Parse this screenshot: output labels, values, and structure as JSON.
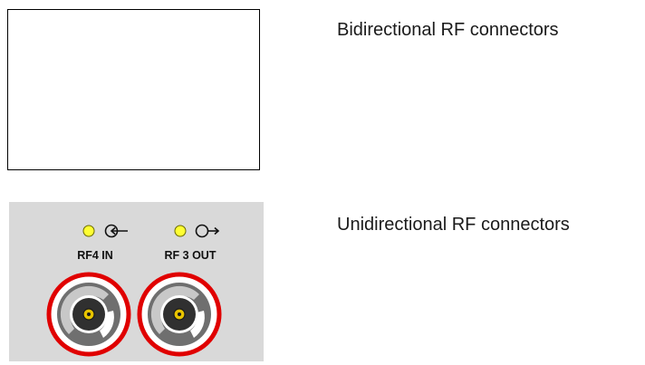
{
  "captions": {
    "bidirectional": "Bidirectional RF connectors",
    "unidirectional": "Unidirectional RF connectors"
  },
  "ports": [
    {
      "label": "RF4 IN",
      "direction": "in",
      "led": "led-indicator",
      "arrow": "input-arrow-icon"
    },
    {
      "label": "RF 3 OUT",
      "direction": "out",
      "led": "led-indicator",
      "arrow": "output-arrow-icon"
    }
  ],
  "colors": {
    "panel": "#d9d9d9",
    "led": "#ffff33",
    "connector_ring": "#e00000",
    "connector_body": "#7f7f7f",
    "center_pin": "#e8c400"
  }
}
